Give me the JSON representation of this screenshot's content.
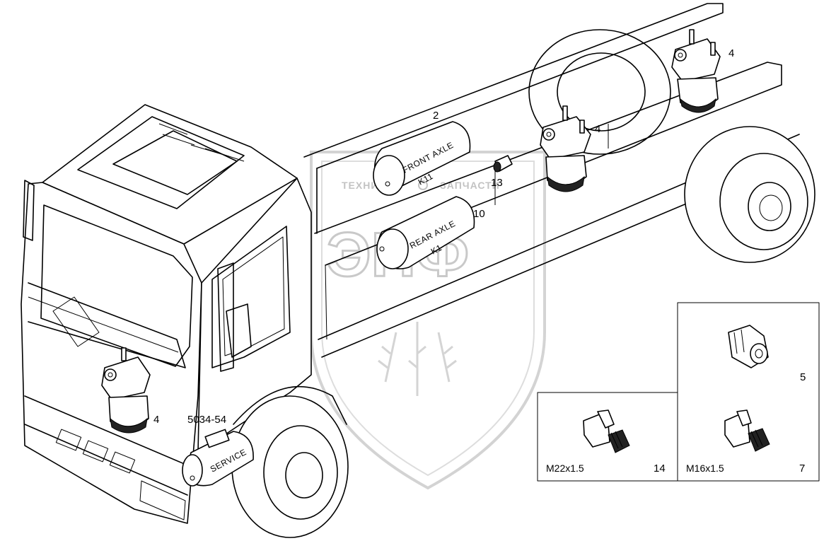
{
  "diagram": {
    "watermark": {
      "line1_left": "ТЕХНИ",
      "line1_right": "ЗАПЧАСТИ",
      "big": "ЭПФ"
    },
    "tanks": {
      "front": {
        "line1": "FRONT AXLE",
        "line2": "K11"
      },
      "rear": {
        "line1": "REAR AXLE",
        "line2": "K1"
      },
      "service": "SERVICE"
    },
    "callouts": {
      "c2": "2",
      "c13": "13",
      "c10": "10",
      "c4_top": "4",
      "c4_mid": "4",
      "c4_cab": "4",
      "c5034": "5034-54",
      "c5": "5",
      "c14": "14",
      "c7": "7"
    },
    "threads": {
      "left": "M22x1.5",
      "right": "M16x1.5"
    }
  }
}
